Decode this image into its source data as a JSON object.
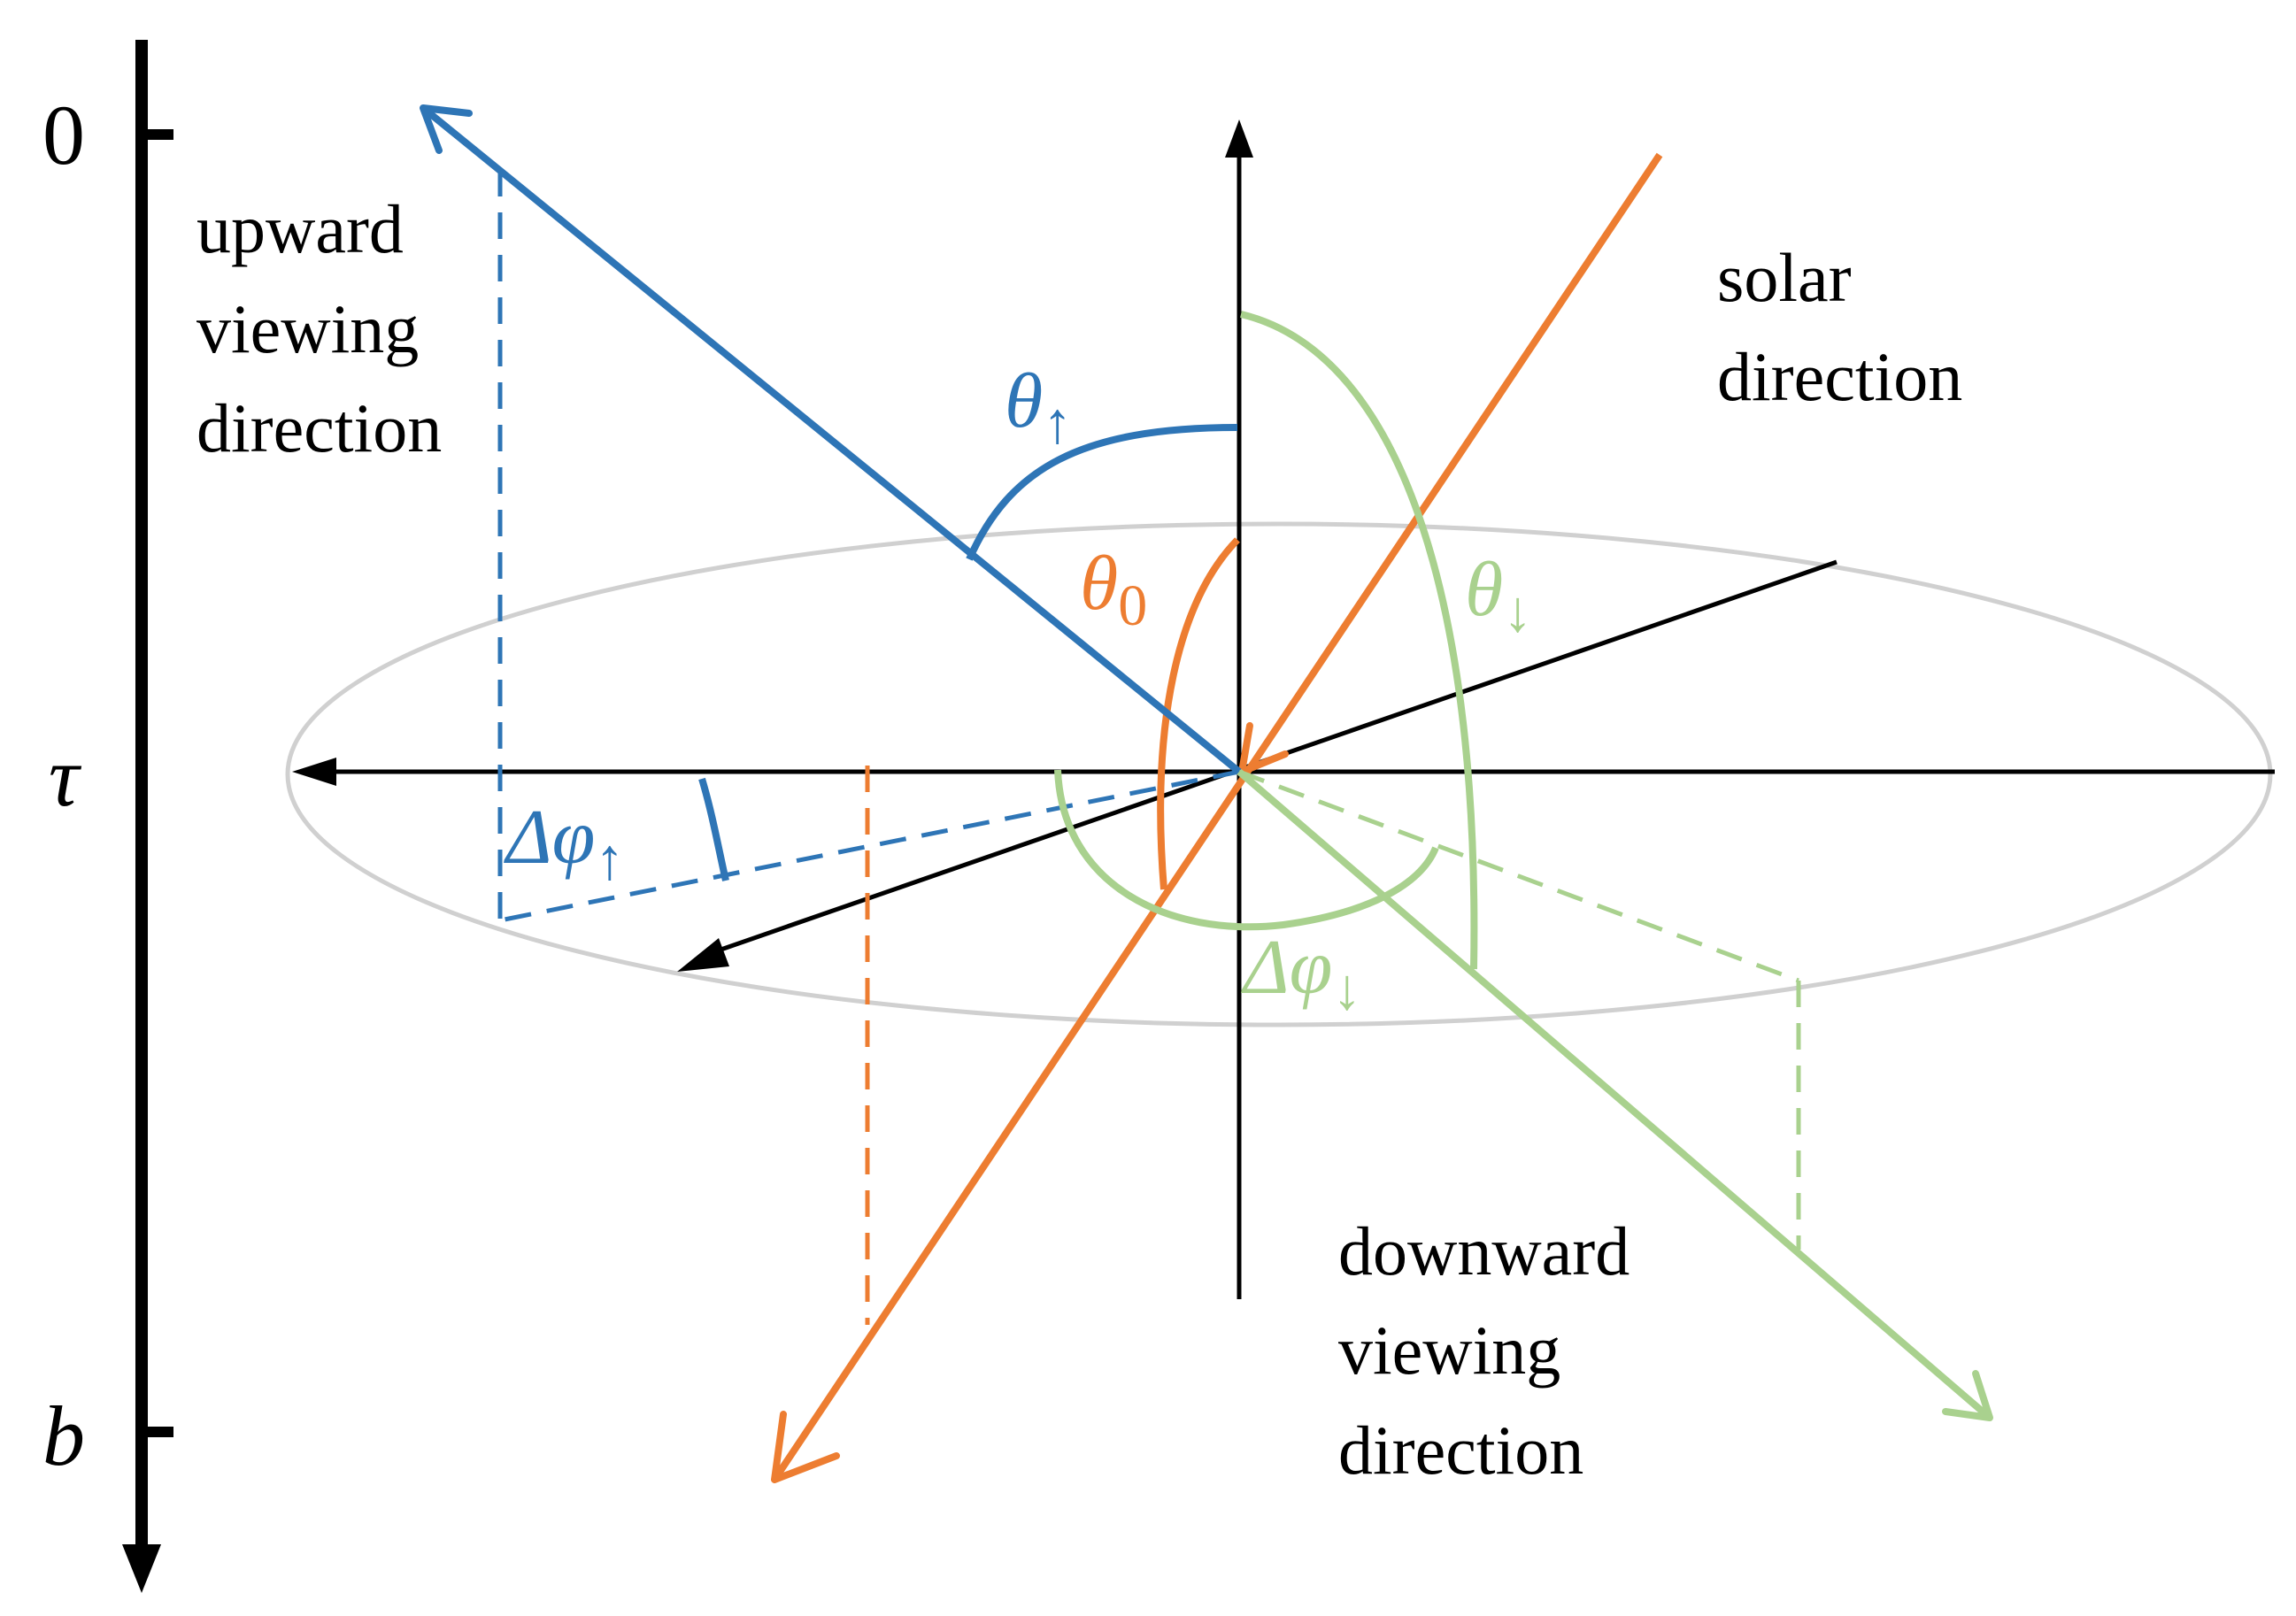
{
  "depth_axis": {
    "top_label": "0",
    "middle_label": "τ",
    "bottom_label": "b"
  },
  "labels": {
    "upward": [
      "upward",
      "viewing",
      "direction"
    ],
    "solar": [
      "solar",
      "direction"
    ],
    "downward": [
      "downward",
      "viewing",
      "direction"
    ]
  },
  "angles": {
    "theta_up": {
      "symbol": "θ",
      "sub": "↑"
    },
    "theta_zero": {
      "symbol": "θ",
      "sub": "0"
    },
    "theta_down": {
      "symbol": "θ",
      "sub": "↓"
    },
    "dphi_up": {
      "symbol": "Δφ",
      "sub": "↑"
    },
    "dphi_down": {
      "symbol": "Δφ",
      "sub": "↓"
    }
  },
  "colors": {
    "upward": "#2e75b6",
    "solar": "#ed7d31",
    "downward": "#a9d18e",
    "axes": "#000000",
    "ellipse": "#d0d0d0"
  }
}
